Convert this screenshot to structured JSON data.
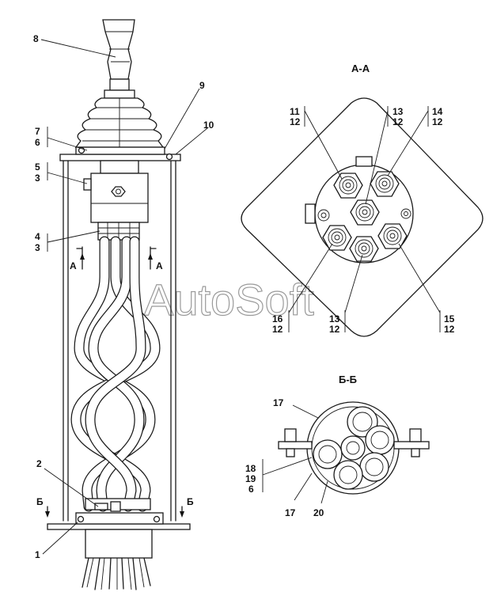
{
  "watermark": "AutoSoft",
  "sections": {
    "aa": "А-А",
    "bb": "Б-Б",
    "cut_a": "А",
    "cut_b": "Б"
  },
  "labels": {
    "l8": "8",
    "l9": "9",
    "l10": "10",
    "l7": "7",
    "l6": "6",
    "l5": "5",
    "l3a": "3",
    "l4": "4",
    "l3b": "3",
    "l2": "2",
    "l1": "1",
    "aa_11": "11",
    "aa_11_12": "12",
    "aa_13": "13",
    "aa_13_12": "12",
    "aa_14": "14",
    "aa_14_12": "12",
    "aa_16": "16",
    "aa_16_12": "12",
    "aa_13b": "13",
    "aa_13b_12": "12",
    "aa_15": "15",
    "aa_15_12": "12",
    "bb_17a": "17",
    "bb_18": "18",
    "bb_19": "19",
    "bb_6": "6",
    "bb_17b": "17",
    "bb_20": "20"
  }
}
